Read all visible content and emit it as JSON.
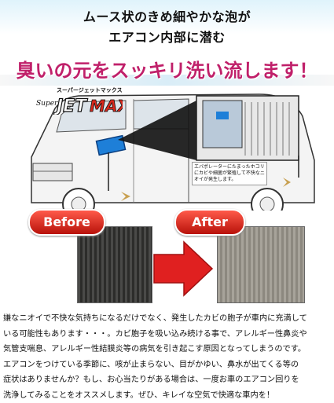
{
  "header": {
    "line1": "ムース状のきめ細やかな泡が",
    "line2": "エアコン内部に潜む"
  },
  "headline": "臭いの元をスッキリ洗い流します！",
  "logo": {
    "brand_word": "Super",
    "product": "JET MAX",
    "katakana": "スーパージェットマックス"
  },
  "callout": {
    "text": "エバポレーターにたまったホコリにカビや細菌が繁殖して不快なニオイが発生します。"
  },
  "comparison": {
    "before_label": "Before",
    "after_label": "After"
  },
  "body": {
    "lines": [
      "嫌なニオイで不快な気持ちになるだけでなく、発生したカビの胞子が車内に充満して",
      "いる可能性もあります・・・。カビ胞子を吸い込み続ける事で、アレルギー性鼻炎や",
      "気管支喘息、アレルギー性結膜炎等の病気を引き起こす原因となってしまうのです。",
      "エアコンをつけている季節に、咳が止まらない、目がかゆい、鼻水が出てくる等の",
      "症状はありませんか？もし、お心当たりがある場合は、一度お車のエアコン回りを",
      "洗浄してみることをオススメします。ぜひ、キレイな空気で快適な車内を！"
    ]
  },
  "colors": {
    "headline": "#c0206a",
    "badge_red": "#d8281c",
    "arrow_red": "#e02020"
  }
}
